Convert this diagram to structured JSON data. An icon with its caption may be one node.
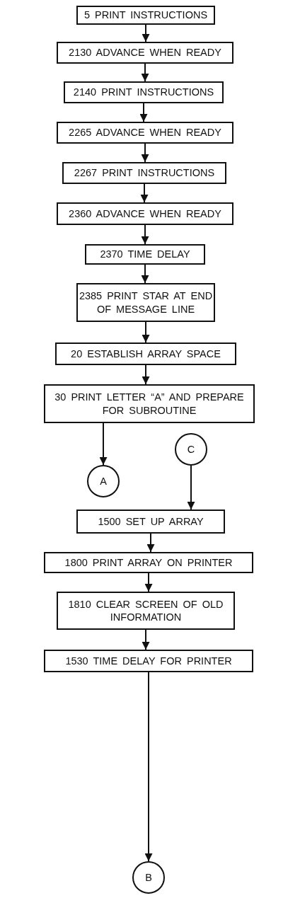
{
  "diagram": {
    "nodes": [
      {
        "text": [
          "5 PRINT INSTRUCTIONS"
        ]
      },
      {
        "text": [
          "2130 ADVANCE WHEN READY"
        ]
      },
      {
        "text": [
          "2140 PRINT INSTRUCTIONS"
        ]
      },
      {
        "text": [
          "2265 ADVANCE WHEN READY"
        ]
      },
      {
        "text": [
          "2267 PRINT INSTRUCTIONS"
        ]
      },
      {
        "text": [
          "2360 ADVANCE WHEN READY"
        ]
      },
      {
        "text": [
          "2370 TIME DELAY"
        ]
      },
      {
        "text": [
          "2385 PRINT STAR AT END OF MESSAGE LINE"
        ]
      },
      {
        "text": [
          "20 ESTABLISH ARRAY SPACE"
        ]
      },
      {
        "text": [
          "30 PRINT LETTER “A” AND PREPARE FOR SUBROUTINE"
        ]
      },
      {
        "text": [
          "A"
        ]
      },
      {
        "text": [
          "C"
        ]
      },
      {
        "text": [
          "1500 SET UP ARRAY"
        ]
      },
      {
        "text": [
          "1800 PRINT ARRAY ON PRINTER"
        ]
      },
      {
        "text": [
          "1810 CLEAR SCREEN OF OLD INFORMATION"
        ]
      },
      {
        "text": [
          "1530 TIME DELAY FOR PRINTER"
        ]
      },
      {
        "text": [
          "B"
        ]
      }
    ],
    "edges": [
      {
        "from": 0,
        "to": 1,
        "arrow": "to"
      },
      {
        "from": 1,
        "to": 2,
        "arrow": "to"
      },
      {
        "from": 2,
        "to": 3,
        "arrow": "to"
      },
      {
        "from": 3,
        "to": 4,
        "arrow": "to"
      },
      {
        "from": 4,
        "to": 5,
        "arrow": "to"
      },
      {
        "from": 5,
        "to": 6,
        "arrow": "to"
      },
      {
        "from": 6,
        "to": 7,
        "arrow": "to"
      },
      {
        "from": 7,
        "to": 8,
        "arrow": "to"
      },
      {
        "from": 8,
        "to": 9,
        "arrow": "to"
      },
      {
        "from": 9,
        "to": 10,
        "arrow": "to"
      },
      {
        "from": 11,
        "to": 12,
        "arrow": "to"
      },
      {
        "from": 12,
        "to": 13,
        "arrow": "to"
      },
      {
        "from": 13,
        "to": 14,
        "arrow": "to"
      },
      {
        "from": 14,
        "to": 15,
        "arrow": "to"
      },
      {
        "from": 15,
        "to": 16,
        "arrow": "to"
      }
    ]
  }
}
